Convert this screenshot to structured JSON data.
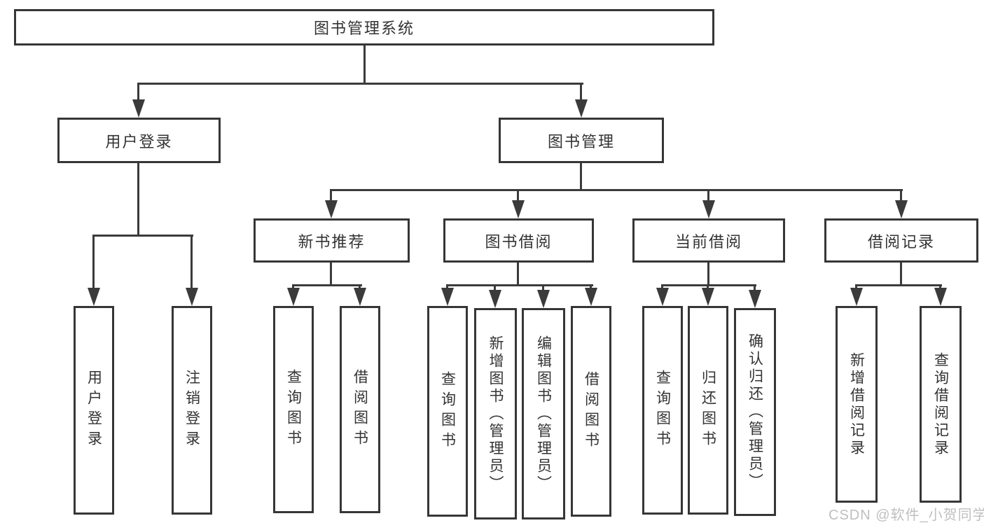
{
  "diagram": {
    "type": "function-structure-tree",
    "tree": {
      "root": {
        "label": "图书管理系统"
      },
      "branches": [
        {
          "label": "用户登录",
          "children": [
            {
              "label": "用户登录"
            },
            {
              "label": "注销登录"
            }
          ]
        },
        {
          "label": "图书管理",
          "children": [
            {
              "label": "新书推荐",
              "children": [
                {
                  "label": "查询图书"
                },
                {
                  "label": "借阅图书"
                }
              ]
            },
            {
              "label": "图书借阅",
              "children": [
                {
                  "label": "查询图书"
                },
                {
                  "label": "新增图书（管理员）"
                },
                {
                  "label": "编辑图书（管理员）"
                },
                {
                  "label": "借阅图书"
                }
              ]
            },
            {
              "label": "当前借阅",
              "children": [
                {
                  "label": "查询图书"
                },
                {
                  "label": "归还图书"
                },
                {
                  "label": "确认归还（管理员）"
                }
              ]
            },
            {
              "label": "借阅记录",
              "children": [
                {
                  "label": "新增借阅记录"
                },
                {
                  "label": "查询借阅记录"
                }
              ]
            }
          ]
        }
      ]
    },
    "colors": {
      "line": "#3b3b3b",
      "box_border": "#363636",
      "text": "#333333",
      "background": "#ffffff",
      "watermark_text_color": "#aaaaaa"
    }
  },
  "watermark": {
    "text": "CSDN @软件_小贺同学"
  }
}
